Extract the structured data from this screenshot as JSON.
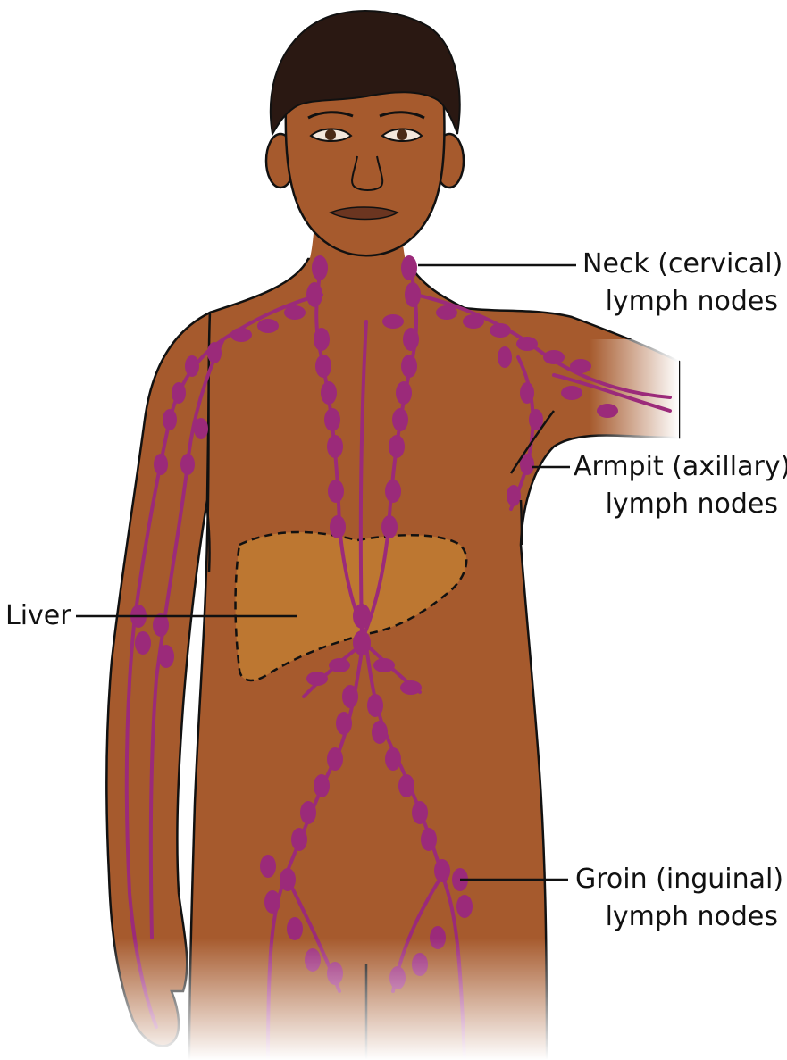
{
  "labels": {
    "neck": {
      "line1": "Neck (cervical)",
      "line2": "lymph nodes"
    },
    "armpit": {
      "line1": "Armpit (axillary)",
      "line2": "lymph nodes"
    },
    "liver": {
      "line1": "Liver"
    },
    "groin": {
      "line1": "Groin (inguinal)",
      "line2": "lymph nodes"
    }
  },
  "colors": {
    "skin": "#a65a2d",
    "skin_shadow": "#8e4a24",
    "hair": "#2a1812",
    "lymph": "#9b2a7a",
    "liver": "#c07a32",
    "outline": "#111111",
    "background": "#ffffff"
  }
}
